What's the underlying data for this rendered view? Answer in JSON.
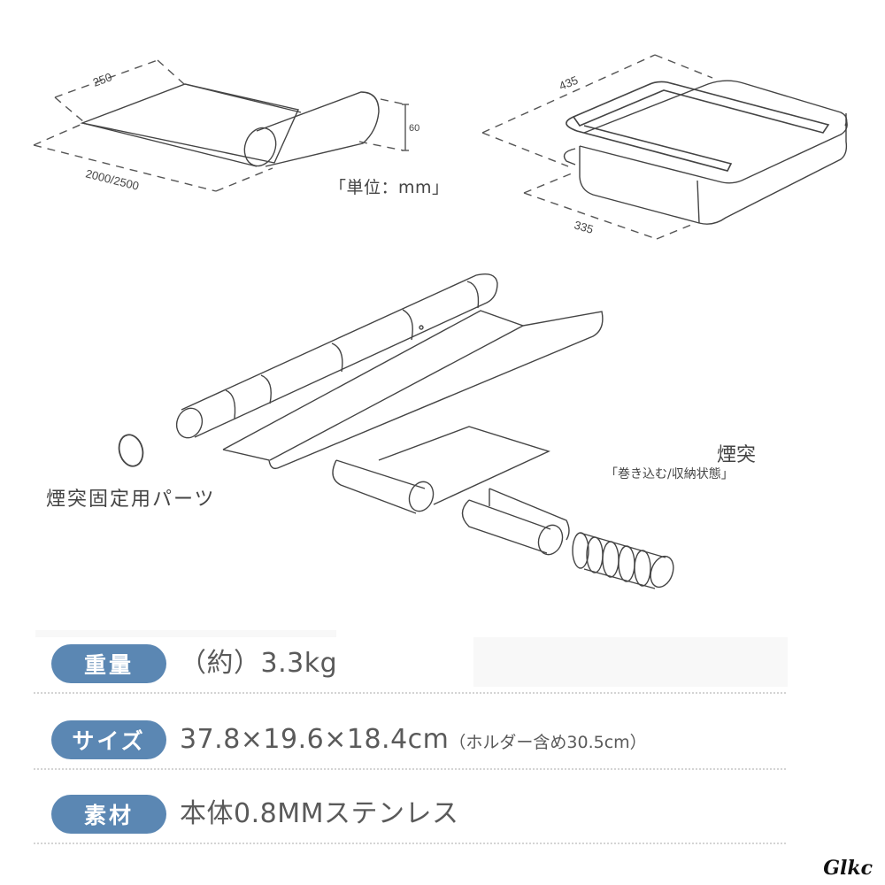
{
  "diagram_top_left": {
    "dimensions": {
      "width": "250",
      "length": "2000/2500",
      "height": "60"
    },
    "unit_label": "「単位：mm」"
  },
  "diagram_top_right": {
    "dimensions": {
      "length": "435",
      "width": "335"
    }
  },
  "diagram_middle": {
    "parts_label": "煙突固定用パーツ",
    "chimney_title": "煙突",
    "chimney_subtitle": "「巻き込む/収納状態」"
  },
  "specs": [
    {
      "label": "重量",
      "value": "（約）3.3kg",
      "note": ""
    },
    {
      "label": "サイズ",
      "value": "37.8×19.6×18.4cm",
      "note": "（ホルダー含め30.5cm）"
    },
    {
      "label": "素材",
      "value": "本体0.8MMステンレス",
      "note": ""
    }
  ],
  "colors": {
    "pill": "#5b87b3",
    "text": "#5a5a5a",
    "rule": "#d4d4d4"
  },
  "watermark": "Glkc"
}
